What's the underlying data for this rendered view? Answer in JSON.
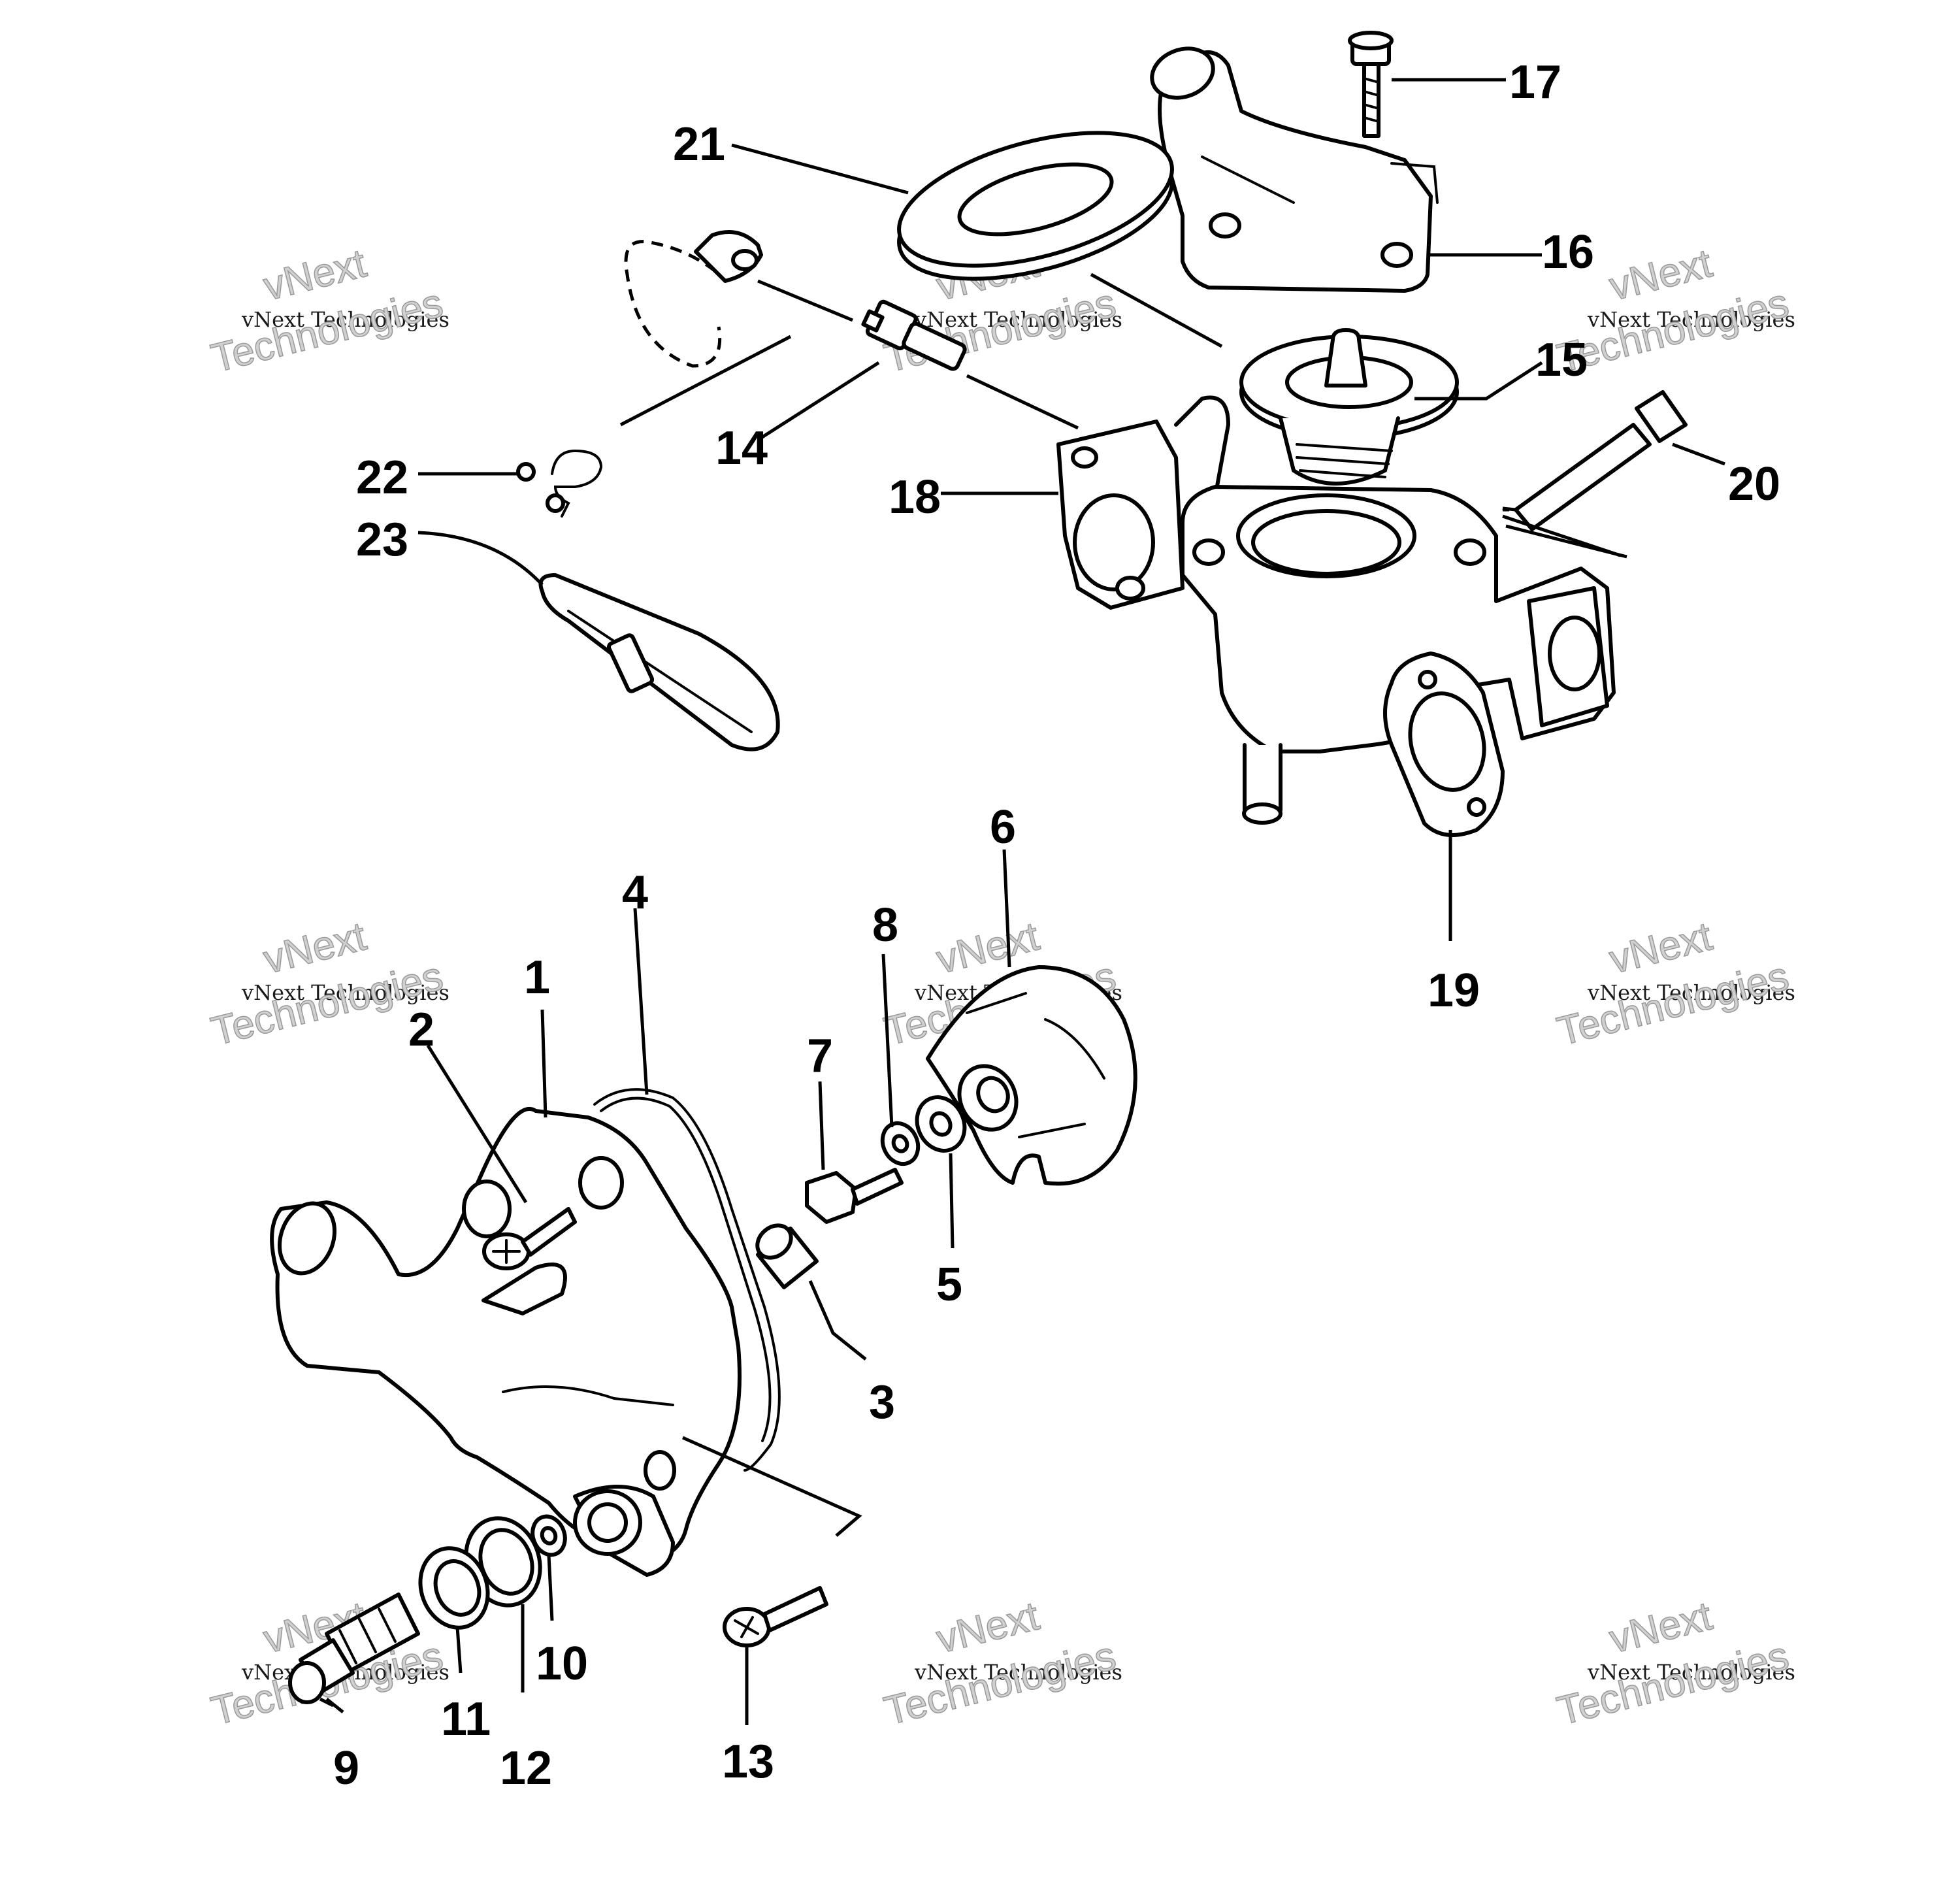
{
  "diagram": {
    "callouts": [
      "1",
      "2",
      "3",
      "4",
      "5",
      "6",
      "7",
      "8",
      "9",
      "10",
      "11",
      "12",
      "13",
      "14",
      "15",
      "16",
      "17",
      "18",
      "19",
      "20",
      "21",
      "22",
      "23"
    ]
  },
  "watermark": {
    "line1": "vNext",
    "line2": "vNext Technologies",
    "line3": "Technologies"
  }
}
